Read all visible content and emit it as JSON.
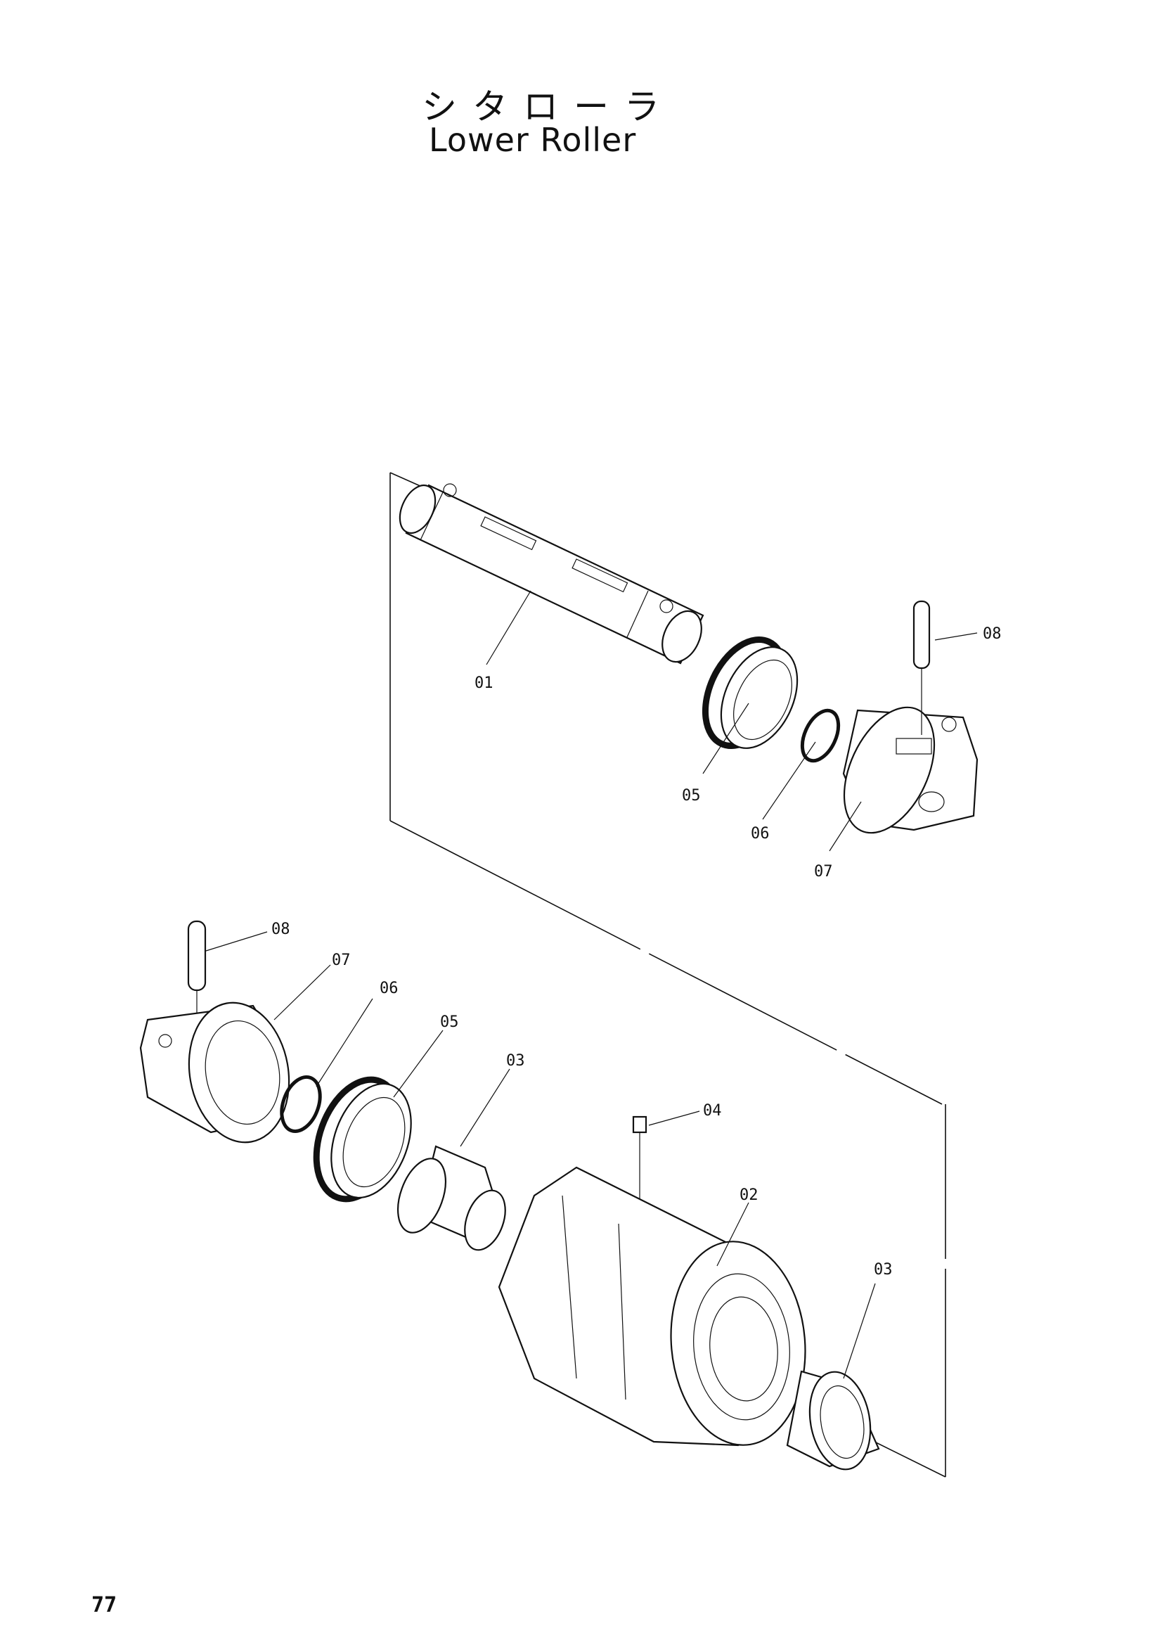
{
  "title": {
    "japanese": "シタローラ",
    "english": "Lower Roller"
  },
  "page_number": "77",
  "callouts": {
    "c01": "01",
    "c05_upper": "05",
    "c06_upper": "06",
    "c07_upper": "07",
    "c08_upper": "08",
    "c08_lower": "08",
    "c07_lower": "07",
    "c06_lower": "06",
    "c05_lower": "05",
    "c03_left": "03",
    "c04": "04",
    "c02": "02",
    "c03_right": "03"
  }
}
